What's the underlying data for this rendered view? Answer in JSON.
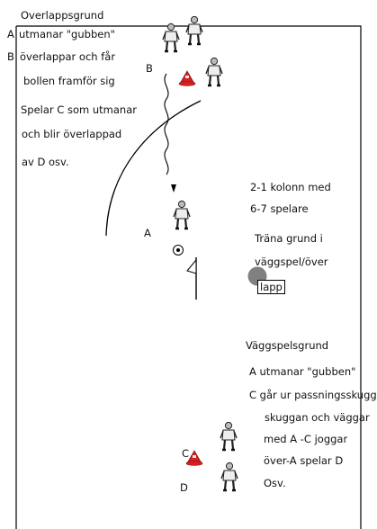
{
  "overlap_section": {
    "lines": [
      "Overlappsgrund",
      "utmanar \"gubben\"",
      "överlappar och får",
      "bollen framför sig",
      "Spelar C som utmanar",
      "och blir överlappad",
      "av D osv."
    ],
    "marker_a": "A",
    "marker_b": "B"
  },
  "column_note": {
    "lines": [
      "2-1 kolonn med",
      "6-7 spelare"
    ]
  },
  "training_note": {
    "lines": [
      "Träna grund i",
      "väggspel/över"
    ],
    "boxed": "lapp"
  },
  "wall_pass_section": {
    "lines": [
      "Väggspelsgrund",
      "A utmanar \"gubben\"",
      "C går ur passningsskuggan",
      "skuggan och väggar",
      "med A -C joggar",
      "över-A spelar D",
      "Osv."
    ]
  },
  "player_labels": {
    "b": "B",
    "a": "A",
    "c": "C",
    "d": "D"
  },
  "colors": {
    "cone": "#d42020",
    "marker_dot": "#808080",
    "outline": "#000000"
  },
  "icons": [
    "player-figure-icon",
    "cone-icon",
    "ball-icon",
    "flag-icon",
    "marker-dot-icon"
  ]
}
